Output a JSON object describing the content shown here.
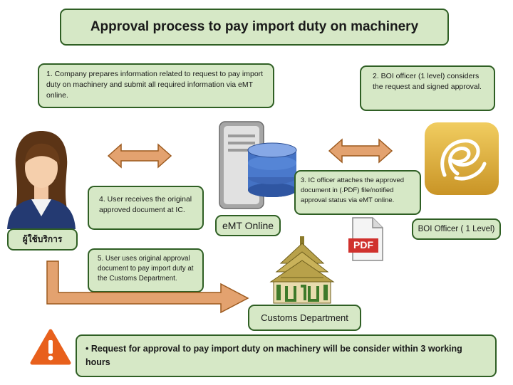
{
  "title": "Approval process to pay import duty on machinery",
  "steps": {
    "s1": "1.   Company prepares information related to request to pay import duty on machinery and submit all required information via eMT online.",
    "s2": "2. BOI officer (1 level) considers the request and signed approval.",
    "s3": "3. IC officer attaches the approved document in (.PDF) file/notified approval status via eMT online.",
    "s4": "4. User receives the original approved document at IC.",
    "s5": "5. User uses original approval document to pay import duty at the Customs Department."
  },
  "labels": {
    "user": "ผู้ใช้บริการ",
    "emt": "eMT Online",
    "boi": "BOI Officer ( 1 Level)",
    "customs": "Customs Department",
    "pdf": "PDF"
  },
  "note": "• Request for approval to pay import duty on machinery will be consider within 3 working hours",
  "colors": {
    "box_fill": "#d6e8c6",
    "box_border": "#2f5f24",
    "arrow": "#e3a26f",
    "arrow_border": "#9c5a1f",
    "warning": "#e8601c",
    "boi_gold": "#e0b64a",
    "server_blue": "#4472c4"
  },
  "icons": [
    "user-avatar-icon",
    "server-database-icon",
    "boi-logo-icon",
    "pdf-file-icon",
    "customs-building-icon",
    "warning-icon"
  ]
}
